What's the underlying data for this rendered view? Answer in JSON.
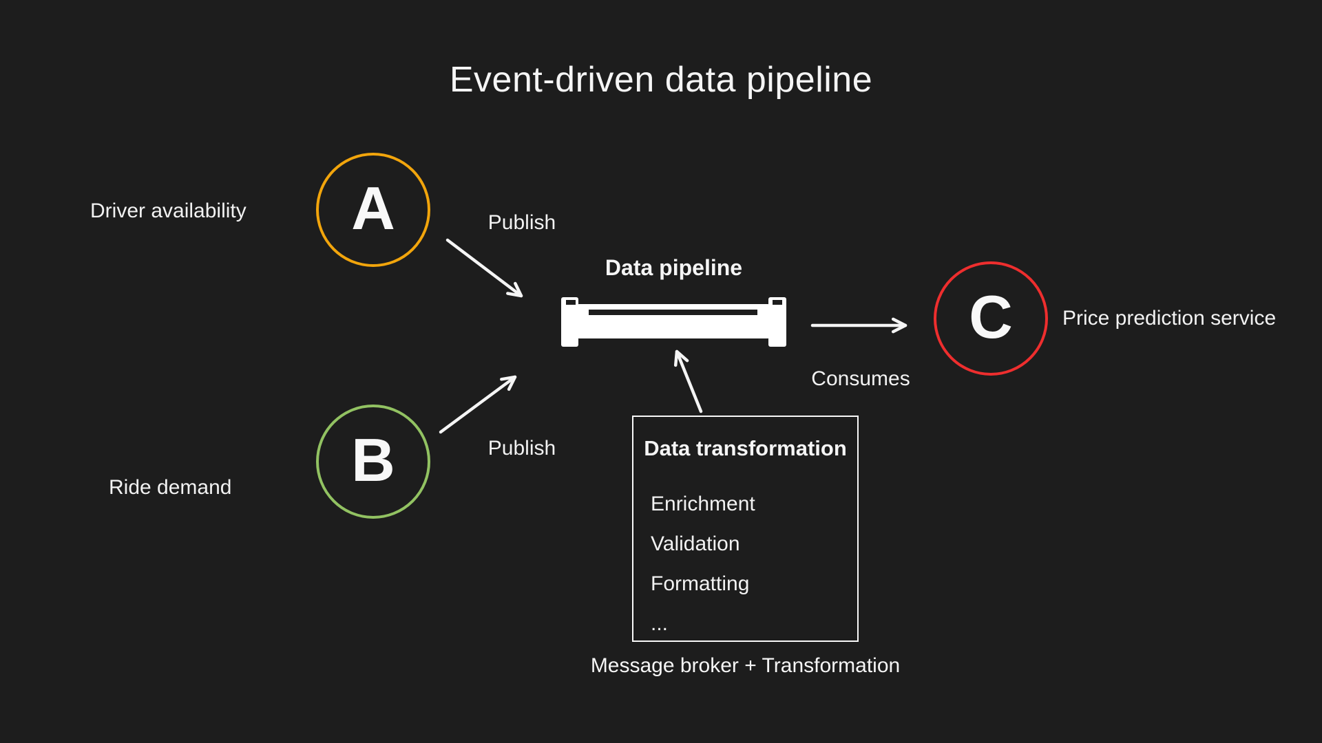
{
  "title": "Event-driven data pipeline",
  "colors": {
    "background": "#1d1d1d",
    "foreground": "#f5f5f5",
    "node_a_border": "#f2a50c",
    "node_b_border": "#92c262",
    "node_c_border": "#ee2e2e",
    "box_border": "#fafafa"
  },
  "nodes": {
    "a": {
      "letter": "A",
      "label": "Driver availability"
    },
    "b": {
      "letter": "B",
      "label": "Ride demand"
    },
    "c": {
      "letter": "C",
      "label": "Price prediction service"
    }
  },
  "pipeline": {
    "label": "Data pipeline"
  },
  "edges": {
    "publish_a": "Publish",
    "publish_b": "Publish",
    "consumes": "Consumes"
  },
  "transformation_box": {
    "title": "Data transformation",
    "items": [
      "Enrichment",
      "Validation",
      "Formatting",
      "..."
    ],
    "caption": "Message broker + Transformation"
  }
}
